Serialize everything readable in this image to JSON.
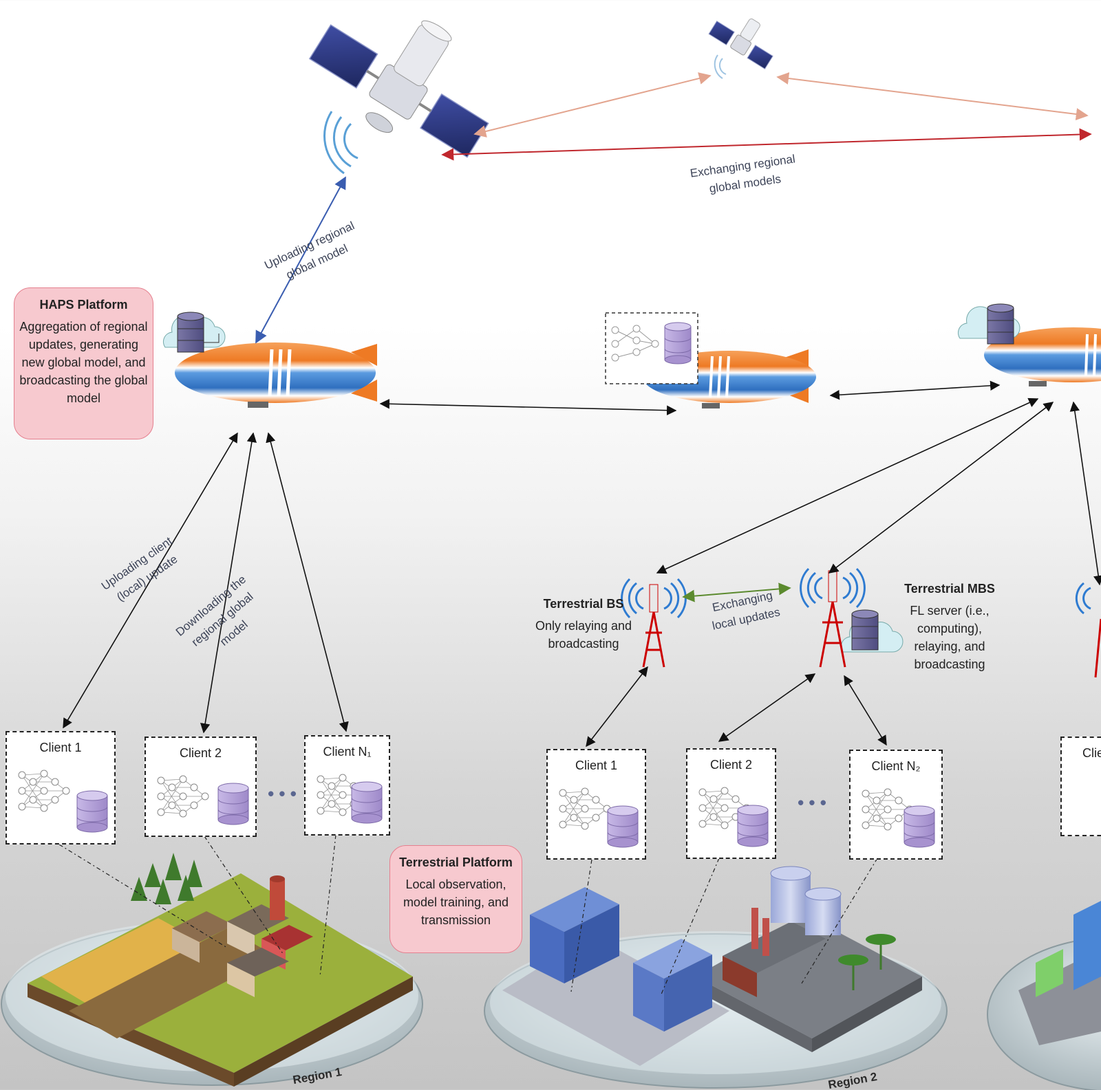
{
  "haps_callout": {
    "title": "HAPS Platform",
    "body": "Aggregation of regional updates, generating new global model, and broadcasting the global model"
  },
  "terrestrial_callout": {
    "title": "Terrestrial Platform",
    "body": "Local observation, model training, and transmission"
  },
  "bs": {
    "title": "Terrestrial BS",
    "body": "Only relaying and broadcasting"
  },
  "mbs": {
    "title": "Terrestrial MBS",
    "body": "FL server (i.e., computing), relaying, and broadcasting"
  },
  "arrow_labels": {
    "exchange_global_1": "Exchanging regional",
    "exchange_global_2": "global models",
    "upload_regional_1": "Uploading regional",
    "upload_regional_2": "global model",
    "upload_client_1": "Uploading client",
    "upload_client_2": "(local) update",
    "download_1": "Downloading the",
    "download_2": "regional global",
    "download_3": "model",
    "exchange_local_1": "Exchanging",
    "exchange_local_2": "local updates"
  },
  "region1_clients": [
    "Client 1",
    "Client 2",
    "Client N₁"
  ],
  "region2_clients": [
    "Client 1",
    "Client 2",
    "Client N₂"
  ],
  "region3_partial_client": "Clie",
  "ellipsis": "• • •",
  "regions": [
    "Region 1",
    "Region 2"
  ],
  "colors": {
    "callout_fill": "#f7c9cf",
    "blimp_orange": "#ee7a24",
    "blimp_blue": "#3f7fc9",
    "satellite_panel": "#2f3b8c",
    "db_purple": "#8e7ab8",
    "arrow_red": "#c0272d",
    "arrow_blue": "#3a5db0",
    "arrow_green": "#5b8a2e",
    "arrow_peach": "#e3a48e"
  }
}
